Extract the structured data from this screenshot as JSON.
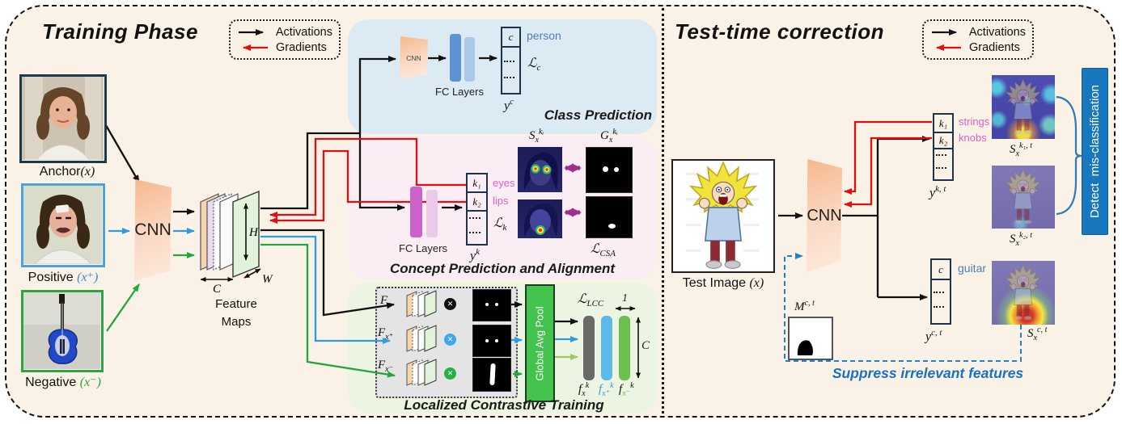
{
  "palette": {
    "background": "#faf2e7",
    "activations_black": "#111111",
    "gradients_red": "#e01010",
    "positive_blue": "#4da3e0",
    "negative_green": "#2fa342",
    "class_panel_blue": "#dcebf3",
    "concept_panel_pink": "#fbedf4",
    "contrast_panel_green": "#ebf5e2",
    "pool_green": "#43c24e",
    "concept_label_pink": "#d964c6",
    "class_label_blue": "#4a7fb5",
    "detect_bar_blue": "#1878be",
    "purple_arrow": "#9c3190"
  },
  "training": {
    "title": "Training Phase",
    "legend": {
      "activations": "Activations",
      "gradients": "Gradients"
    },
    "inputs": {
      "anchor_label": "Anchor",
      "anchor_math": "(x)",
      "positive_label": "Positive ",
      "positive_math": "(x⁺)",
      "negative_label": "Negative ",
      "negative_math": "(x⁻)"
    },
    "cnn_label": "CNN",
    "feature_maps": {
      "label1": "Feature",
      "label2": "Maps",
      "h": "H",
      "w": "W",
      "c": "C"
    },
    "class_prediction": {
      "title": "Class Prediction",
      "cnn_label": "CNN",
      "fc_label": "FC Layers",
      "cell": "c",
      "class_name": "person",
      "loss_base": "ℒ",
      "loss_sub": "c",
      "vec_base": "y",
      "vec_sup": "c"
    },
    "concept": {
      "title": "Concept Prediction and Alignment",
      "fc_label": "FC Layers",
      "cell1": "k₁",
      "cell2": "k₂",
      "concept1": "eyes",
      "concept2": "lips",
      "loss_base": "ℒ",
      "loss_sub": "k",
      "vec_base": "y",
      "vec_sup": "k",
      "sal_base": "S",
      "sal_sub": "x",
      "sal_sup": "kᵢ",
      "gt_base": "G",
      "gt_sub": "x",
      "gt_sup": "kᵢ",
      "csa_base": "ℒ",
      "csa_sub": "CSA"
    },
    "contrastive": {
      "title": "Localized Contrastive Training",
      "multiply_glyph": "✕",
      "rows": [
        {
          "base": "F",
          "sub": "x"
        },
        {
          "base": "F",
          "sub": "x⁺"
        },
        {
          "base": "F",
          "sub": "x⁻"
        }
      ],
      "pool_label": "Global Avg Pool",
      "loss_base": "ℒ",
      "loss_sub": "LCC",
      "dim_one": "1",
      "dim_c": "C",
      "feats": [
        {
          "base": "f",
          "sub": "x",
          "sup": "k"
        },
        {
          "base": "f",
          "sub": "x⁺",
          "sup": "k"
        },
        {
          "base": "f",
          "sub": "x⁻",
          "sup": "k"
        }
      ]
    }
  },
  "test": {
    "title": "Test-time correction",
    "legend": {
      "activations": "Activations",
      "gradients": "Gradients"
    },
    "image_label": "Test Image ",
    "image_math": "(x)",
    "cnn_label": "CNN",
    "kvec": {
      "cell1": "k₁",
      "cell2": "k₂",
      "concept1": "strings",
      "concept2": "knobs",
      "base": "y",
      "sup": "k, t"
    },
    "cvec": {
      "cell": "c",
      "class_name": "guitar",
      "base": "y",
      "sup": "c, t"
    },
    "sal1": {
      "base": "S",
      "sub": "x",
      "sup": "k₁, t"
    },
    "sal2": {
      "base": "S",
      "sub": "x",
      "sup": "k₂, t"
    },
    "sal3": {
      "base": "S",
      "sub": "x",
      "sup": "c, t"
    },
    "mask": {
      "base": "M",
      "sup": "c, t"
    },
    "detect_label": "Detect  mis-classification",
    "suppress_label": "Suppress irrelevant features"
  }
}
